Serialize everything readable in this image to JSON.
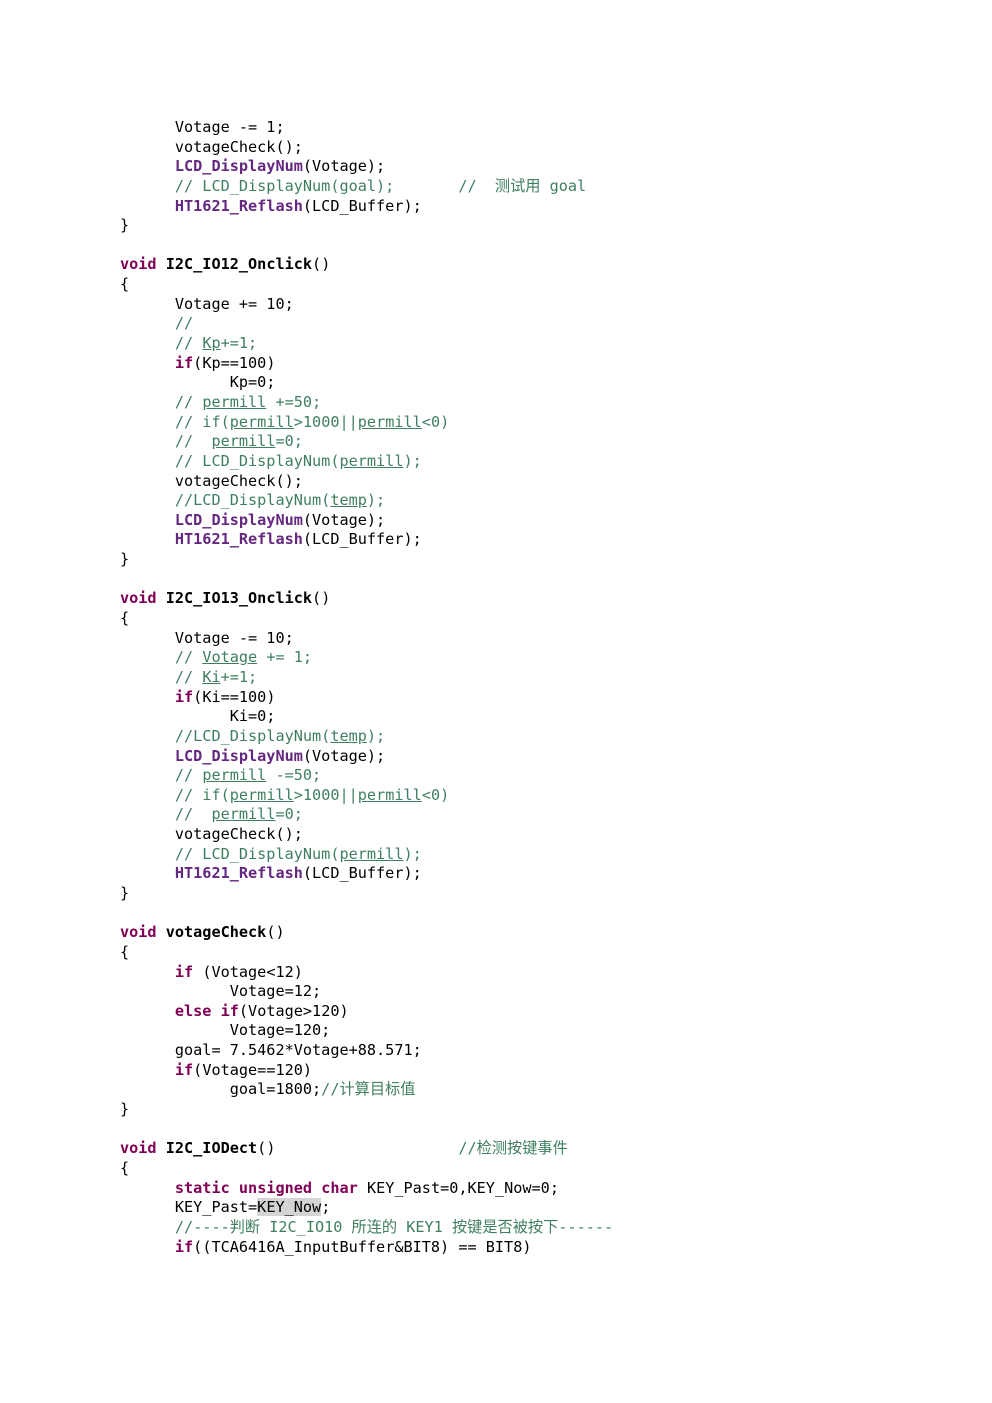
{
  "code": {
    "lines": [
      [
        {
          "t": "      "
        },
        {
          "t": "Votage -= 1;"
        }
      ],
      [
        {
          "t": "      "
        },
        {
          "t": "votageCheck();"
        }
      ],
      [
        {
          "t": "      "
        },
        {
          "t": "LCD_DisplayNum",
          "c": "fn"
        },
        {
          "t": "(Votage);"
        }
      ],
      [
        {
          "t": "      "
        },
        {
          "t": "// LCD_DisplayNum(goal);       //  测试用 goal",
          "c": "cm"
        }
      ],
      [
        {
          "t": "      "
        },
        {
          "t": "HT1621_Reflash",
          "c": "fn"
        },
        {
          "t": "(LCD_Buffer);"
        }
      ],
      [
        {
          "t": "}"
        }
      ],
      [
        {
          "t": ""
        }
      ],
      [
        {
          "t": "void",
          "c": "kw"
        },
        {
          "t": " "
        },
        {
          "t": "I2C_IO12_Onclick",
          "c": "fd"
        },
        {
          "t": "()"
        }
      ],
      [
        {
          "t": "{"
        }
      ],
      [
        {
          "t": "      "
        },
        {
          "t": "Votage += 10;"
        }
      ],
      [
        {
          "t": "      "
        },
        {
          "t": "//",
          "c": "cm"
        }
      ],
      [
        {
          "t": "      "
        },
        {
          "t": "// ",
          "c": "cm"
        },
        {
          "t": "Kp",
          "c": "cm ul"
        },
        {
          "t": "+=1;",
          "c": "cm"
        }
      ],
      [
        {
          "t": "      "
        },
        {
          "t": "if",
          "c": "kw"
        },
        {
          "t": "(Kp==100)"
        }
      ],
      [
        {
          "t": "            "
        },
        {
          "t": "Kp=0;"
        }
      ],
      [
        {
          "t": "      "
        },
        {
          "t": "// ",
          "c": "cm"
        },
        {
          "t": "permill",
          "c": "cm ul"
        },
        {
          "t": " +=50;",
          "c": "cm"
        }
      ],
      [
        {
          "t": "      "
        },
        {
          "t": "// if(",
          "c": "cm"
        },
        {
          "t": "permill",
          "c": "cm ul"
        },
        {
          "t": ">1000||",
          "c": "cm"
        },
        {
          "t": "permill",
          "c": "cm ul"
        },
        {
          "t": "<0)",
          "c": "cm"
        }
      ],
      [
        {
          "t": "      "
        },
        {
          "t": "//  ",
          "c": "cm"
        },
        {
          "t": "permill",
          "c": "cm ul"
        },
        {
          "t": "=0;",
          "c": "cm"
        }
      ],
      [
        {
          "t": "      "
        },
        {
          "t": "// LCD_DisplayNum(",
          "c": "cm"
        },
        {
          "t": "permill",
          "c": "cm ul"
        },
        {
          "t": ");",
          "c": "cm"
        }
      ],
      [
        {
          "t": "      "
        },
        {
          "t": "votageCheck();"
        }
      ],
      [
        {
          "t": "      "
        },
        {
          "t": "//LCD_DisplayNum(",
          "c": "cm"
        },
        {
          "t": "temp",
          "c": "cm ul"
        },
        {
          "t": ");",
          "c": "cm"
        }
      ],
      [
        {
          "t": "      "
        },
        {
          "t": "LCD_DisplayNum",
          "c": "fn"
        },
        {
          "t": "(Votage);"
        }
      ],
      [
        {
          "t": "      "
        },
        {
          "t": "HT1621_Reflash",
          "c": "fn"
        },
        {
          "t": "(LCD_Buffer);"
        }
      ],
      [
        {
          "t": "}"
        }
      ],
      [
        {
          "t": ""
        }
      ],
      [
        {
          "t": "void",
          "c": "kw"
        },
        {
          "t": " "
        },
        {
          "t": "I2C_IO13_Onclick",
          "c": "fd"
        },
        {
          "t": "()"
        }
      ],
      [
        {
          "t": "{"
        }
      ],
      [
        {
          "t": "      "
        },
        {
          "t": "Votage -= 10;"
        }
      ],
      [
        {
          "t": "      "
        },
        {
          "t": "// ",
          "c": "cm"
        },
        {
          "t": "Votage",
          "c": "cm ul"
        },
        {
          "t": " += 1;",
          "c": "cm"
        }
      ],
      [
        {
          "t": "      "
        },
        {
          "t": "// ",
          "c": "cm"
        },
        {
          "t": "Ki",
          "c": "cm ul"
        },
        {
          "t": "+=1;",
          "c": "cm"
        }
      ],
      [
        {
          "t": "      "
        },
        {
          "t": "if",
          "c": "kw"
        },
        {
          "t": "(Ki==100)"
        }
      ],
      [
        {
          "t": "            "
        },
        {
          "t": "Ki=0;"
        }
      ],
      [
        {
          "t": "      "
        },
        {
          "t": "//LCD_DisplayNum(",
          "c": "cm"
        },
        {
          "t": "temp",
          "c": "cm ul"
        },
        {
          "t": ");",
          "c": "cm"
        }
      ],
      [
        {
          "t": "      "
        },
        {
          "t": "LCD_DisplayNum",
          "c": "fn"
        },
        {
          "t": "(Votage);"
        }
      ],
      [
        {
          "t": "      "
        },
        {
          "t": "// ",
          "c": "cm"
        },
        {
          "t": "permill",
          "c": "cm ul"
        },
        {
          "t": " -=50;",
          "c": "cm"
        }
      ],
      [
        {
          "t": "      "
        },
        {
          "t": "// if(",
          "c": "cm"
        },
        {
          "t": "permill",
          "c": "cm ul"
        },
        {
          "t": ">1000||",
          "c": "cm"
        },
        {
          "t": "permill",
          "c": "cm ul"
        },
        {
          "t": "<0)",
          "c": "cm"
        }
      ],
      [
        {
          "t": "      "
        },
        {
          "t": "//  ",
          "c": "cm"
        },
        {
          "t": "permill",
          "c": "cm ul"
        },
        {
          "t": "=0;",
          "c": "cm"
        }
      ],
      [
        {
          "t": "      "
        },
        {
          "t": "votageCheck();"
        }
      ],
      [
        {
          "t": "      "
        },
        {
          "t": "// LCD_DisplayNum(",
          "c": "cm"
        },
        {
          "t": "permill",
          "c": "cm ul"
        },
        {
          "t": ");",
          "c": "cm"
        }
      ],
      [
        {
          "t": "      "
        },
        {
          "t": "HT1621_Reflash",
          "c": "fn"
        },
        {
          "t": "(LCD_Buffer);"
        }
      ],
      [
        {
          "t": "}"
        }
      ],
      [
        {
          "t": ""
        }
      ],
      [
        {
          "t": "void",
          "c": "kw"
        },
        {
          "t": " "
        },
        {
          "t": "votageCheck",
          "c": "fd"
        },
        {
          "t": "()"
        }
      ],
      [
        {
          "t": "{"
        }
      ],
      [
        {
          "t": "      "
        },
        {
          "t": "if",
          "c": "kw"
        },
        {
          "t": " (Votage<12)"
        }
      ],
      [
        {
          "t": "            "
        },
        {
          "t": "Votage=12;"
        }
      ],
      [
        {
          "t": "      "
        },
        {
          "t": "else",
          "c": "kw"
        },
        {
          "t": " "
        },
        {
          "t": "if",
          "c": "kw"
        },
        {
          "t": "(Votage>120)"
        }
      ],
      [
        {
          "t": "            "
        },
        {
          "t": "Votage=120;"
        }
      ],
      [
        {
          "t": "      "
        },
        {
          "t": "goal= 7.5462*Votage+88.571;"
        }
      ],
      [
        {
          "t": "      "
        },
        {
          "t": "if",
          "c": "kw"
        },
        {
          "t": "(Votage==120)"
        }
      ],
      [
        {
          "t": "            "
        },
        {
          "t": "goal=1800;"
        },
        {
          "t": "//计算目标值",
          "c": "cm"
        }
      ],
      [
        {
          "t": "}"
        }
      ],
      [
        {
          "t": ""
        }
      ],
      [
        {
          "t": "void",
          "c": "kw"
        },
        {
          "t": " "
        },
        {
          "t": "I2C_IODect",
          "c": "fd"
        },
        {
          "t": "()                    "
        },
        {
          "t": "//检测按键事件",
          "c": "cm"
        }
      ],
      [
        {
          "t": "{"
        }
      ],
      [
        {
          "t": "      "
        },
        {
          "t": "static",
          "c": "kw"
        },
        {
          "t": " "
        },
        {
          "t": "unsigned",
          "c": "kw"
        },
        {
          "t": " "
        },
        {
          "t": "char",
          "c": "kw"
        },
        {
          "t": " KEY_Past=0,KEY_Now=0;"
        }
      ],
      [
        {
          "t": "      "
        },
        {
          "t": "KEY_Past="
        },
        {
          "t": "KEY_Now",
          "c": "hl"
        },
        {
          "t": ";"
        }
      ],
      [
        {
          "t": "      "
        },
        {
          "t": "//----判断 I2C_IO10 所连的 KEY1 按键是否被按下------",
          "c": "cm"
        }
      ],
      [
        {
          "t": "      "
        },
        {
          "t": "if",
          "c": "kw"
        },
        {
          "t": "((TCA6416A_InputBuffer&BIT8) == BIT8)"
        }
      ]
    ]
  }
}
